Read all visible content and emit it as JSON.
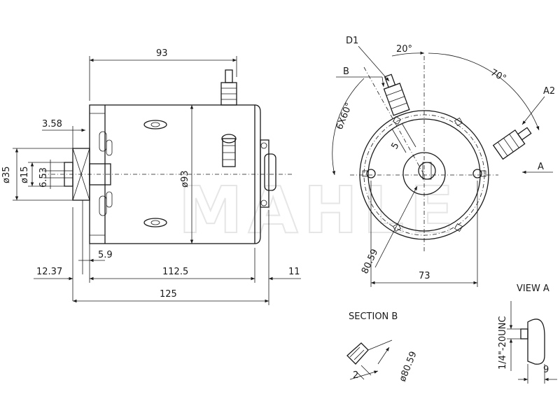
{
  "watermark": "MAHLE",
  "side_view": {
    "dims": {
      "top_length": "93",
      "shaft_step": "3.58",
      "dia_35": "ø35",
      "dia_15": "ø15",
      "key_6_53": "6.53",
      "body_dia": "ø93",
      "flange_5_9": "5.9",
      "shaft_12_37": "12.37",
      "body_112_5": "112.5",
      "cap_11": "11",
      "overall_125": "125"
    }
  },
  "end_view": {
    "labels": {
      "d1": "D1",
      "b": "B",
      "a2": "A2",
      "a": "A"
    },
    "dims": {
      "angle_20": "20°",
      "angle_70": "70°",
      "holes": "6X60°",
      "slot_5": "5",
      "pcd": "80.59",
      "width_73": "73"
    }
  },
  "section_b": {
    "title": "SECTION B",
    "dim_2": "2",
    "dia": "ø80.59"
  },
  "view_a": {
    "title": "VIEW A",
    "thread": "1/4\"-20UNC",
    "dim_9": "9"
  },
  "icons": {
    "arrow": "dimension-arrow-icon",
    "terminal": "terminal-stud-icon"
  }
}
